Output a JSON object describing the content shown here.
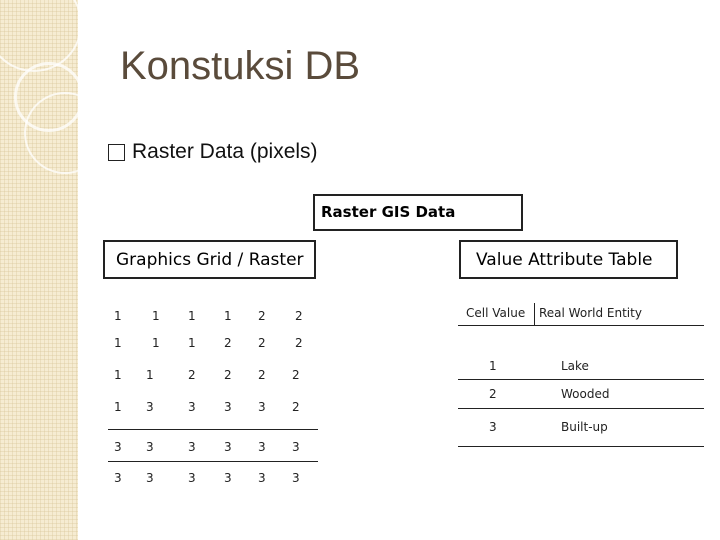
{
  "slide": {
    "title": "Konstuksi DB",
    "bullet": "Raster Data (pixels)",
    "raster_gis_label": "Raster GIS Data",
    "graphics_grid_label": "Graphics Grid / Raster",
    "value_attribute_label": "Value Attribute Table"
  },
  "grid": {
    "rows": [
      [
        "1",
        "1",
        "1",
        "1",
        "2",
        "2"
      ],
      [
        "1",
        "1",
        "1",
        "2",
        "2",
        "2"
      ],
      [
        "1",
        "1",
        "2",
        "2",
        "2",
        "2"
      ],
      [
        "1",
        "3",
        "3",
        "3",
        "3",
        "2"
      ],
      [
        "3",
        "3",
        "3",
        "3",
        "3",
        "3"
      ],
      [
        "3",
        "3",
        "3",
        "3",
        "3",
        "3"
      ]
    ]
  },
  "attribute_table": {
    "header_value": "Cell Value",
    "header_entity": "Real World Entity",
    "rows": [
      {
        "value": "1",
        "entity": "Lake"
      },
      {
        "value": "2",
        "entity": "Wooded"
      },
      {
        "value": "3",
        "entity": "Built-up"
      }
    ]
  },
  "colors": {
    "title": "#5a4b3b",
    "side_strip": "#f6ecd2",
    "border": "#222222"
  }
}
